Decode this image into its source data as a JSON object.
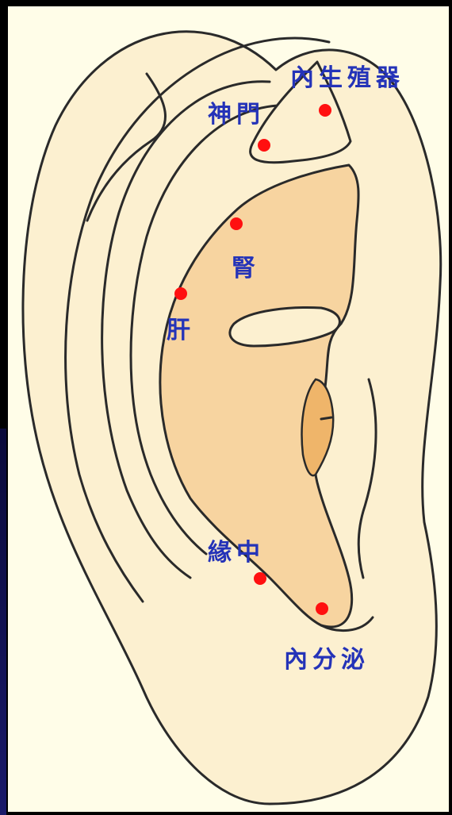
{
  "colors": {
    "background": "#000000",
    "panel": "#fffde8",
    "ear_skin": "#fcf0d0",
    "concha": "#f7d4a0",
    "outline": "#2a2a2a",
    "label": "#2433b8",
    "point": "#ff1010"
  },
  "points": {
    "genital": {
      "label": "內生殖器"
    },
    "shenmen": {
      "label": "神門"
    },
    "kidney": {
      "label": "腎"
    },
    "liver": {
      "label": "肝"
    },
    "yuanzhong": {
      "label": "緣中"
    },
    "endocrine": {
      "label": "內分泌"
    }
  }
}
